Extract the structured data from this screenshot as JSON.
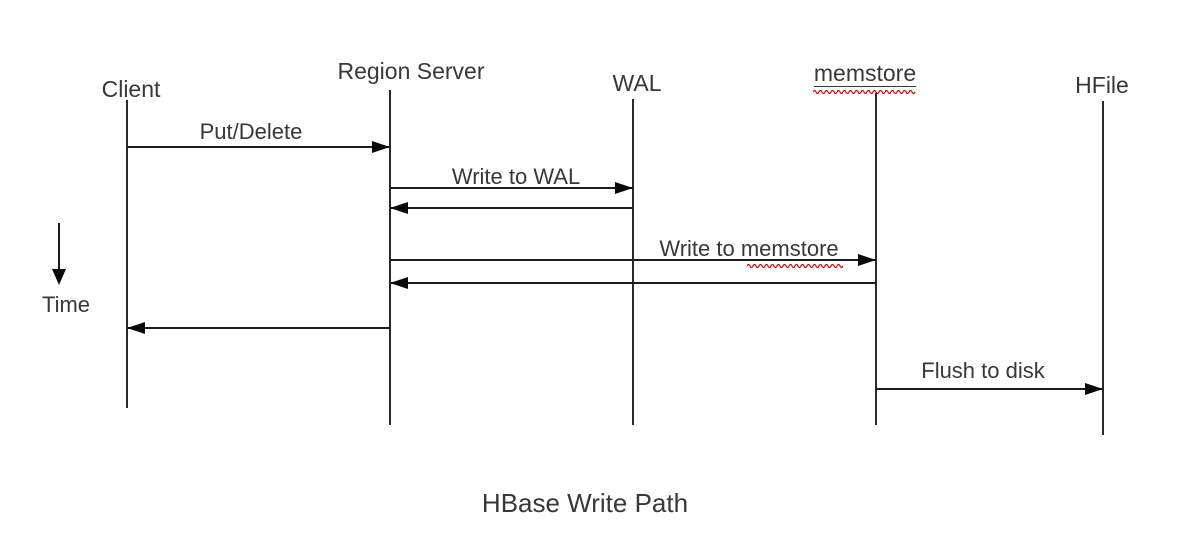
{
  "title": "HBase Write Path",
  "time_axis": {
    "label": "Time"
  },
  "actors": [
    {
      "id": "client",
      "name": "Client"
    },
    {
      "id": "region-server",
      "name": "Region Server"
    },
    {
      "id": "wal",
      "name": "WAL"
    },
    {
      "id": "memstore",
      "name": "memstore",
      "underlined": true,
      "spellcheck_squiggle": true
    },
    {
      "id": "hfile",
      "name": "HFile"
    }
  ],
  "messages": [
    {
      "from": "Client",
      "to": "Region Server",
      "label": "Put/Delete"
    },
    {
      "from": "Region Server",
      "to": "WAL",
      "label": "Write to WAL"
    },
    {
      "from": "WAL",
      "to": "Region Server",
      "label": ""
    },
    {
      "from": "Region Server",
      "to": "memstore",
      "label": "Write to memstore",
      "label_plain": "Write to ",
      "label_wavy": "memstore"
    },
    {
      "from": "memstore",
      "to": "Region Server",
      "label": ""
    },
    {
      "from": "Region Server",
      "to": "Client",
      "label": ""
    },
    {
      "from": "memstore",
      "to": "HFile",
      "label": "Flush to disk"
    }
  ],
  "colors": {
    "line": "#1c1c1c",
    "text": "#3a3836",
    "squiggle": "#dd0000"
  }
}
